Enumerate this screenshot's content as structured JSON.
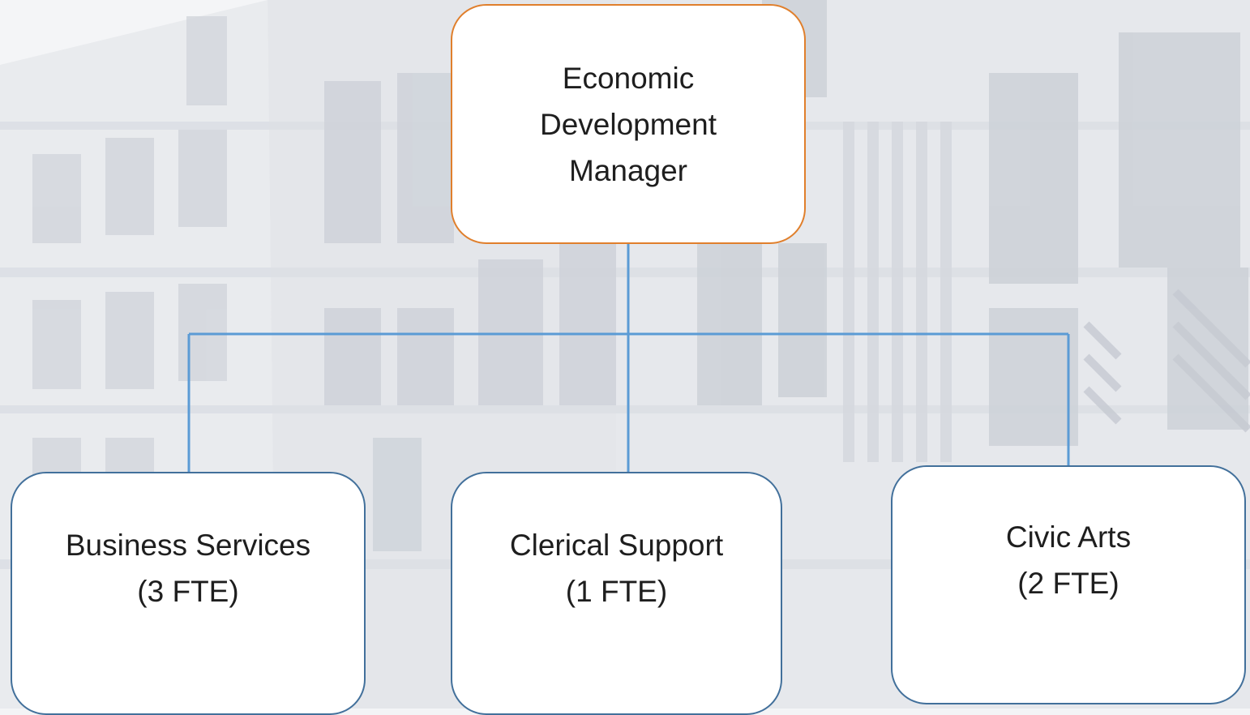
{
  "colors": {
    "root_border": "#e07f2c",
    "child_border": "#42709b",
    "connector": "#5b9bd5",
    "background_wash": "#f3f4f6"
  },
  "org_chart": {
    "root": {
      "lines": [
        "Economic",
        "Development",
        "Manager"
      ]
    },
    "children": [
      {
        "lines": [
          "Business Services",
          "(3 FTE)"
        ]
      },
      {
        "lines": [
          "Clerical Support",
          "(1 FTE)"
        ]
      },
      {
        "lines": [
          "Civic Arts",
          "(2 FTE)"
        ]
      }
    ]
  }
}
